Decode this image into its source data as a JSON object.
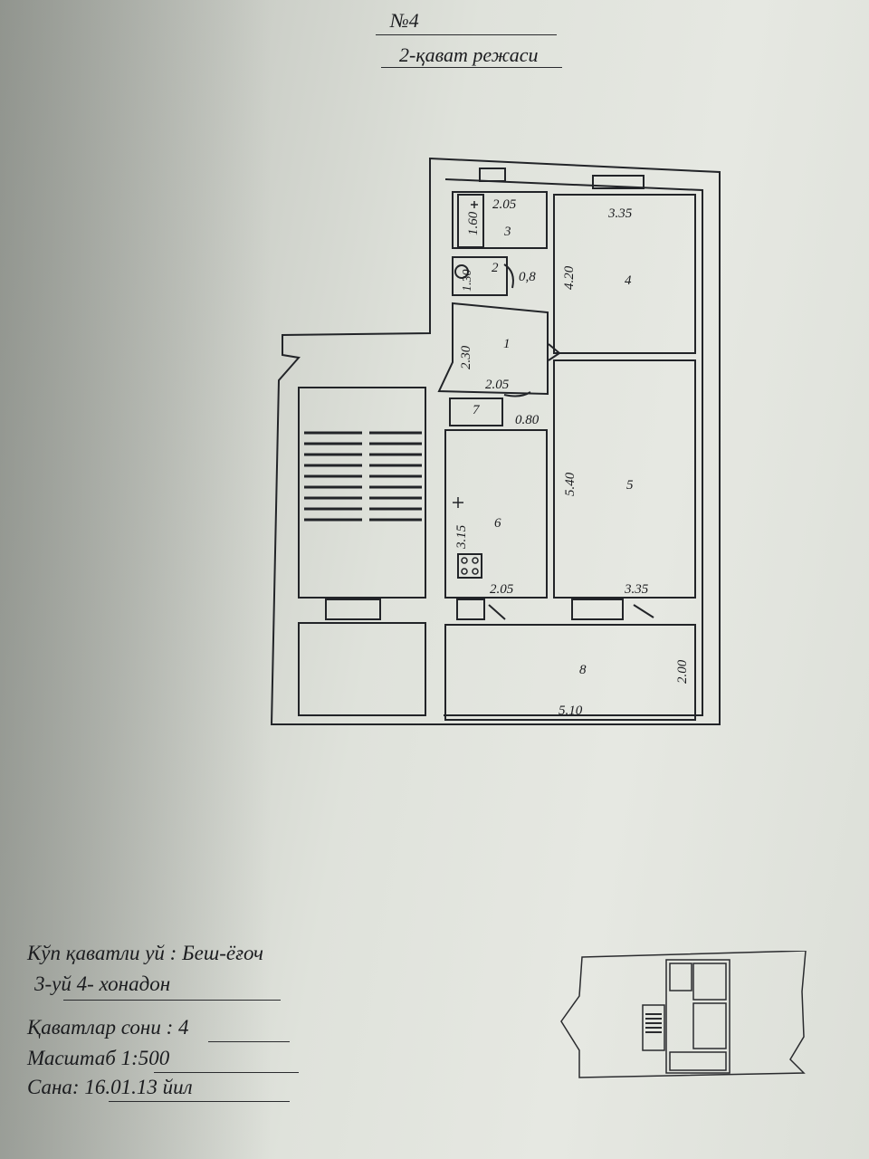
{
  "header": {
    "number": "№4",
    "subtitle": "2-қават режаси"
  },
  "plan": {
    "rooms": [
      {
        "id": "1",
        "label": "1"
      },
      {
        "id": "2",
        "label": "2"
      },
      {
        "id": "3",
        "label": "3"
      },
      {
        "id": "4",
        "label": "4"
      },
      {
        "id": "5",
        "label": "5"
      },
      {
        "id": "6",
        "label": "6"
      },
      {
        "id": "7",
        "label": "7"
      },
      {
        "id": "8",
        "label": "8"
      }
    ],
    "dimensions": {
      "room3_width": "2.05",
      "room3_length": "1.60",
      "room2_length": "1.30",
      "room2_width": "0,8",
      "room4_width": "3.35",
      "room4_length": "4.20",
      "room1_length": "2.30",
      "room1_width": "2.05",
      "room7_width": "0.80",
      "room5_length": "5.40",
      "room6_length": "3.15",
      "room6_width": "2.05",
      "room5_width": "3.35",
      "room8_length": "2.00",
      "room8_width": "5.10"
    }
  },
  "info": {
    "building": "Кўп қаватли уй : Беш-ёғоч",
    "apartment": "3-уй   4- хонадон",
    "floors": "Қаватлар сони :  4",
    "scale": "Масштаб        1:500",
    "date": "Сана:  16.01.13 йил"
  }
}
